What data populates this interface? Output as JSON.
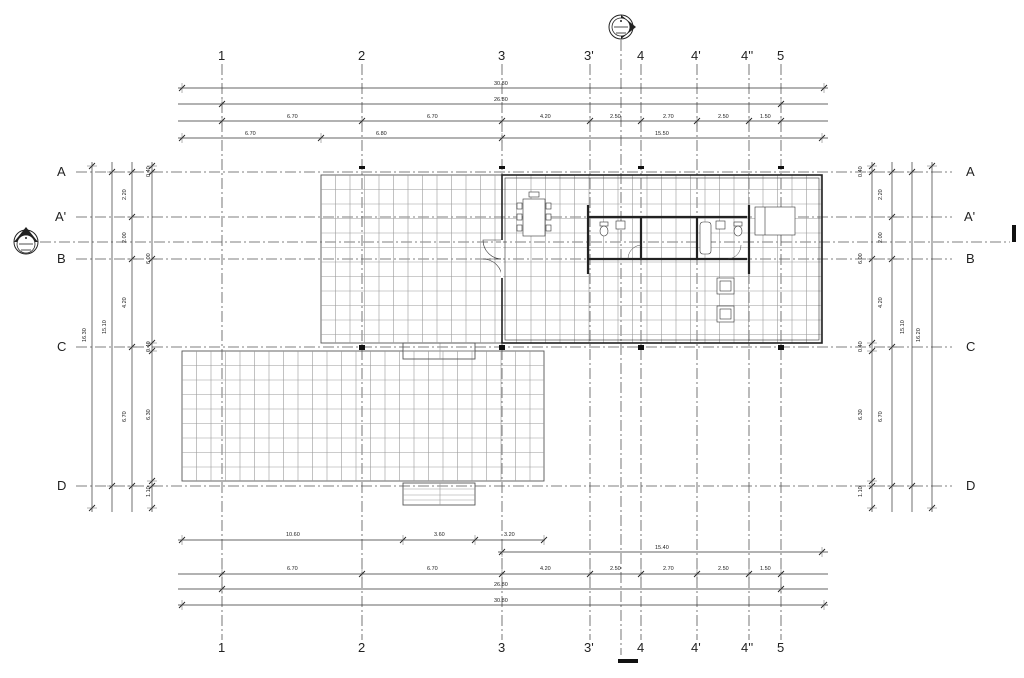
{
  "grid": {
    "vertical_axes": [
      "1",
      "2",
      "3",
      "3'",
      "4",
      "4'",
      "4''",
      "5"
    ],
    "horizontal_axes": [
      "A",
      "A'",
      "B",
      "C",
      "D"
    ]
  },
  "dimensions_top": {
    "overall_outer": "30.80",
    "overall_inner": "26.80",
    "bays": [
      "6.70",
      "6.70",
      "4.20",
      "2.50",
      "2.70",
      "2.50",
      "1.50"
    ],
    "segments": [
      "6.70",
      "6.80",
      "15.50"
    ]
  },
  "dimensions_bottom": {
    "segments": [
      "10.60",
      "3.60",
      "3.20"
    ],
    "house_length": "15.40",
    "bays": [
      "6.70",
      "6.70",
      "4.20",
      "2.50",
      "2.70",
      "2.50",
      "1.50"
    ],
    "overall_inner": "26.80",
    "overall_outer": "30.80"
  },
  "dimensions_left": {
    "bays": [
      "0.40",
      "2.20",
      "2.00",
      "6.00",
      "4.20",
      "0.40",
      "6.70",
      "6.30",
      "1.10"
    ],
    "overall_inner": "15.10",
    "overall_outer": "16.30"
  },
  "dimensions_right": {
    "bays": [
      "0.40",
      "2.20",
      "2.00",
      "6.00",
      "4.20",
      "0.40",
      "6.70",
      "6.30",
      "1.10"
    ],
    "overall_inner": "15.10",
    "overall_outer": "16.20"
  },
  "icons": [
    "section-marker-icon"
  ]
}
